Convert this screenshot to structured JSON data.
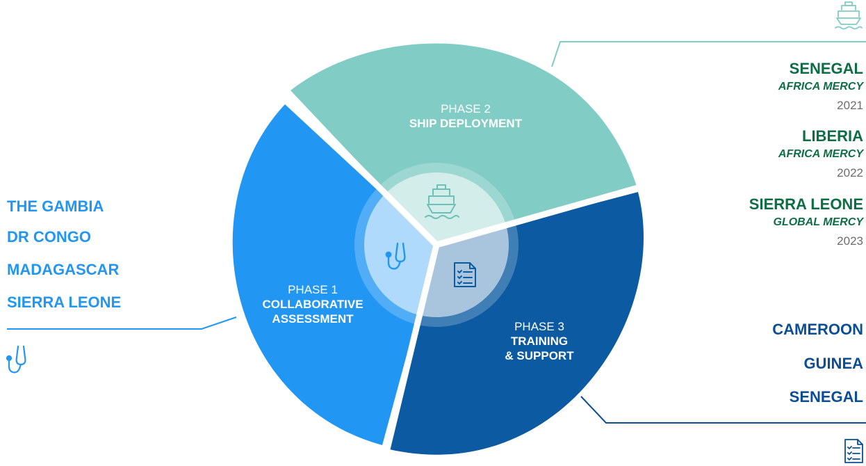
{
  "phases": [
    {
      "number_label": "PHASE 1",
      "name_line1": "COLLABORATIVE",
      "name_line2": "ASSESSMENT",
      "color": "#2196f3",
      "icon": "stethoscope-icon"
    },
    {
      "number_label": "PHASE 2",
      "name_line1": "SHIP DEPLOYMENT",
      "name_line2": "",
      "color": "#81ccc4",
      "icon": "ship-icon"
    },
    {
      "number_label": "PHASE 3",
      "name_line1": "TRAINING",
      "name_line2": "& SUPPORT",
      "color": "#0b5aa2",
      "icon": "checklist-icon"
    }
  ],
  "phase1_countries": [
    "THE GAMBIA",
    "DR CONGO",
    "MADAGASCAR",
    "SIERRA LEONE"
  ],
  "phase2_deployments": [
    {
      "country": "SENEGAL",
      "ship": "AFRICA MERCY",
      "year": "2021"
    },
    {
      "country": "LIBERIA",
      "ship": "AFRICA MERCY",
      "year": "2022"
    },
    {
      "country": "SIERRA LEONE",
      "ship": "GLOBAL MERCY",
      "year": "2023"
    }
  ],
  "phase3_countries": [
    "CAMEROON",
    "GUINEA",
    "SENEGAL"
  ],
  "colors": {
    "phase1_text": "#2196f3",
    "phase2_text": "#0d6e45",
    "phase3_text": "#0b4e96",
    "year_text": "#6c6c6c",
    "connector": "#2196f3"
  }
}
